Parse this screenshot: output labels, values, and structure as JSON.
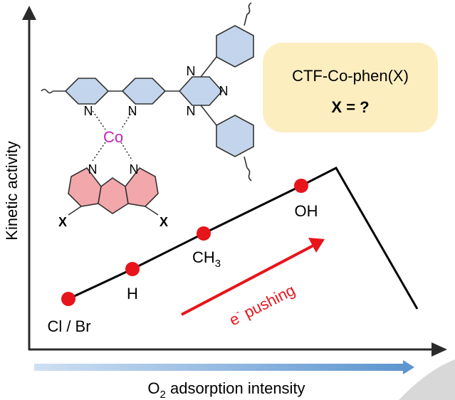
{
  "colors": {
    "axis": "#2b2b2b",
    "curve": "#000000",
    "point": "#e8141b",
    "arrow": "#e8141b",
    "pyridine_ring": "#c3d5ec",
    "phen_ring": "#f2a7ab",
    "cobalt": "#c71fc0",
    "box_fill": "#fdeec0",
    "gradient_start": "#cfe0f3",
    "gradient_end": "#5c95cf",
    "watermark": "#c8c8c8"
  },
  "axes": {
    "y_label": "Kinetic activity",
    "x_label_prefix": "O",
    "x_label_subscript": "2",
    "x_label_suffix": " adsorption intensity"
  },
  "box": {
    "line1": "CTF-Co-phen(X)",
    "line2": "X = ?"
  },
  "structure": {
    "n_atom": "N",
    "metal": "Co",
    "substituent": "X"
  },
  "points": {
    "p1": "Cl / Br",
    "p2": "H",
    "p3_main": "CH",
    "p3_sub": "3",
    "p4": "OH"
  },
  "arrow": {
    "superscript": "-",
    "base": "e",
    "text": " pushing"
  }
}
